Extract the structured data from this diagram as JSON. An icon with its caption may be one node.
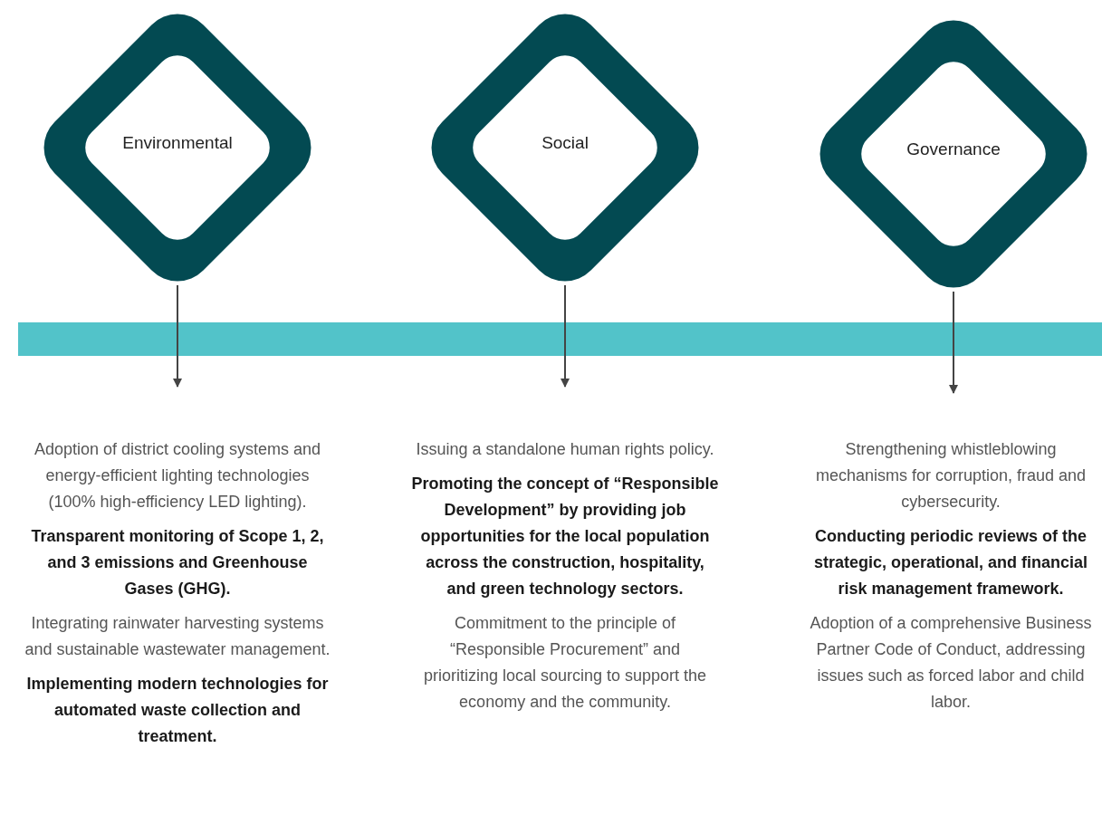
{
  "diagram": {
    "nodes": [
      {
        "text": [
          "Environmental"
        ]
      },
      {
        "text": [
          "Social"
        ]
      },
      {
        "text": [
          "Governance"
        ]
      },
      {
        "text": [],
        "shape": "bar"
      },
      {
        "text": [
          "Adoption of district cooling systems and energy-efficient lighting technologies (100% high-efficiency LED lighting).",
          "Transparent monitoring of Scope 1, 2, and 3 emissions and Greenhouse Gases (GHG).",
          "Integrating rainwater harvesting systems and sustainable wastewater management.",
          "Implementing modern technologies for automated waste collection and treatment."
        ]
      },
      {
        "text": [
          "Issuing a standalone human rights policy.",
          "Promoting the concept of “Responsible Development” by providing job opportunities for the local population across the construction, hospitality, and green technology sectors.",
          "Commitment to the principle of “Responsible Procurement” and prioritizing local sourcing to support the economy and the community."
        ]
      },
      {
        "text": [
          "Strengthening whistleblowing mechanisms for corruption, fraud and cybersecurity.",
          "Conducting periodic reviews of the strategic, operational, and financial risk management framework.",
          "Adoption of a comprehensive Business Partner Code of Conduct, addressing issues such as forced labor and child labor."
        ]
      }
    ],
    "edges": [
      {
        "from": 0,
        "to": null,
        "arrow": "to"
      },
      {
        "from": 1,
        "to": null,
        "arrow": "to"
      },
      {
        "from": 2,
        "to": null,
        "arrow": "to"
      }
    ]
  }
}
